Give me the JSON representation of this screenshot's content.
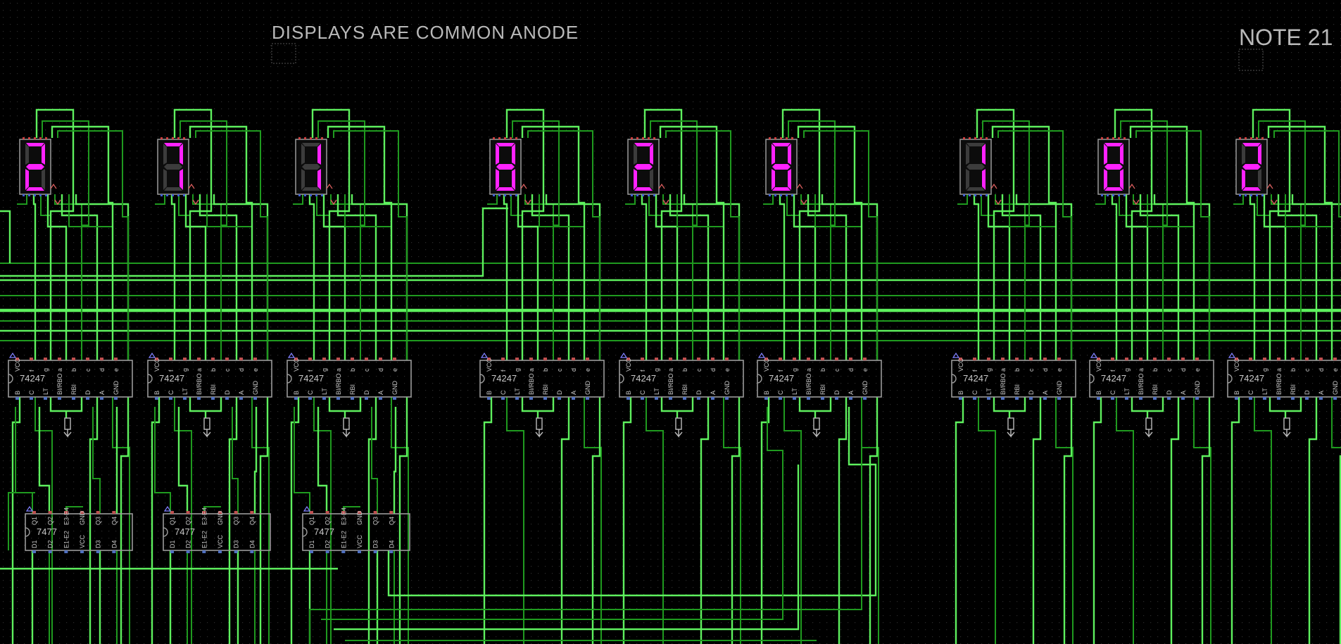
{
  "notes": {
    "displays_note": "DISPLAYS ARE COMMON ANODE",
    "note_label": "NOTE 21"
  },
  "display_digits": [
    "2",
    "7",
    "1",
    "8",
    "2",
    "8",
    "1",
    "8",
    "2"
  ],
  "decoder_chip": {
    "name": "74247",
    "top_pins": [
      "VCC",
      "f",
      "g",
      "a",
      "b",
      "c",
      "d",
      "e"
    ],
    "bottom_pins": [
      "B",
      "C",
      "LT",
      "BI/RBO",
      "RBI",
      "D",
      "A",
      "GND"
    ]
  },
  "latch_chip": {
    "name": "7477",
    "top_pins": [
      "Q1",
      "Q2",
      "E3-E4",
      "GND",
      "Q3",
      "Q4"
    ],
    "bottom_pins": [
      "D1",
      "D2",
      "E1-E2",
      "VCC",
      "D3",
      "D4"
    ]
  },
  "colors": {
    "background": "#000000",
    "grid_dot": "#2a2a2a",
    "wire_bright": "#5ef05e",
    "wire_dark": "#1f9a1f",
    "segment_on": "#ff22ff",
    "segment_off": "#3c3c3c",
    "chip_outline": "#9a9a9a"
  }
}
